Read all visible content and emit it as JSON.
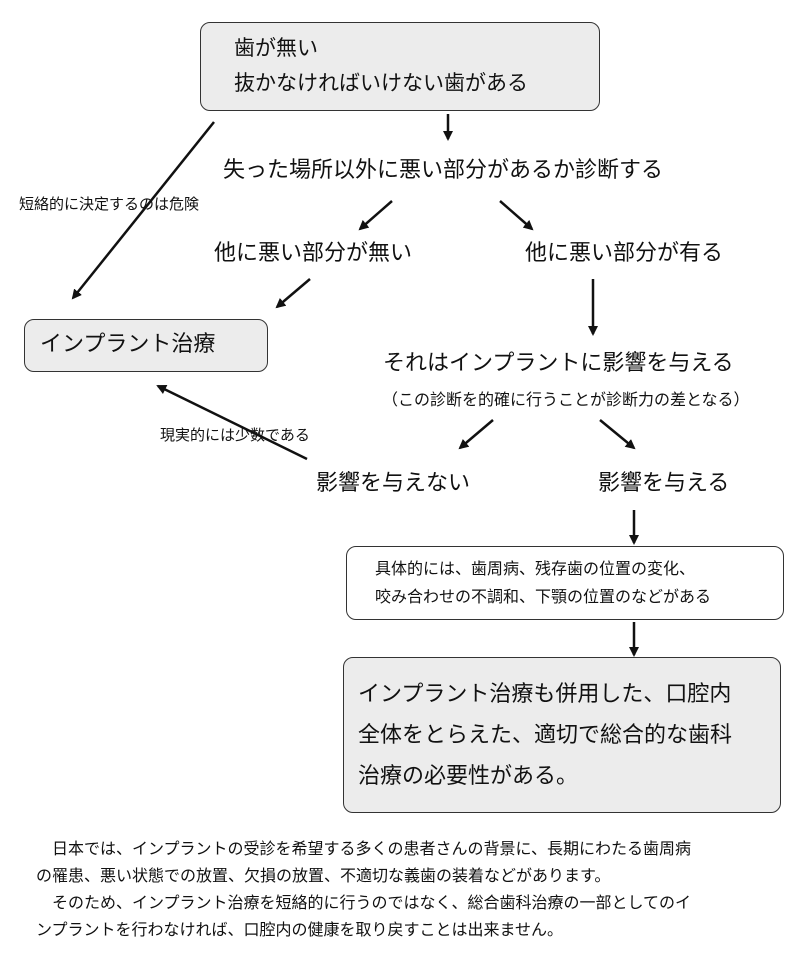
{
  "nodes": {
    "start": {
      "lines": [
        "歯が無い",
        "抜かなければいけない歯がある"
      ]
    },
    "diagnose": "失った場所以外に悪い部分があるか診断する",
    "no_bad_part": "他に悪い部分が無い",
    "has_bad_part": "他に悪い部分が有る",
    "implant": "インプラント治療",
    "affects_implant": "それはインプラントに影響を与える",
    "diagnosis_note": "（この診断を的確に行うことが診断力の差となる）",
    "no_effect": "影響を与えない",
    "effect": "影響を与える",
    "effect_details": {
      "lines": [
        "具体的には、歯周病、残存歯の位置の変化、",
        "咬み合わせの不調和、下顎の位置のなどがある"
      ]
    },
    "conclusion": {
      "lines": [
        "インプラント治療も併用した、口腔内",
        "全体をとらえた、適切で総合的な歯科",
        "治療の必要性がある。"
      ]
    }
  },
  "edge_labels": {
    "shortcut_danger": "短絡的に決定するのは危険",
    "rare_case": "現実的には少数である"
  },
  "paragraphs": [
    {
      "lines": [
        "　日本では、インプラントの受診を希望する多くの患者さんの背景に、長期にわたる歯周病",
        "の罹患、悪い状態での放置、欠損の放置、不適切な義歯の装着などがあります。"
      ]
    },
    {
      "lines": [
        "　そのため、インプラント治療を短絡的に行うのではなく、総合歯科治療の一部としてのイ",
        "ンプラントを行わなければ、口腔内の健康を取り戻すことは出来ません。"
      ]
    }
  ],
  "colors": {
    "gray_box": "#ececec",
    "border": "#333333",
    "arrow": "#111111"
  }
}
